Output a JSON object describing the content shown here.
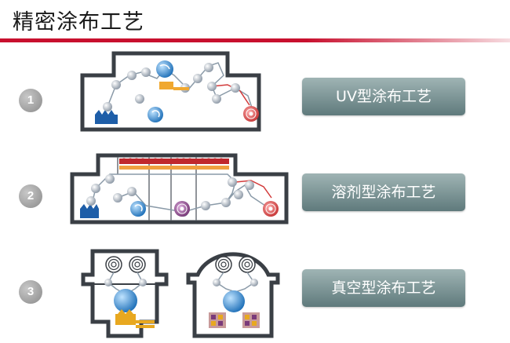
{
  "title": "精密涂布工艺",
  "colors": {
    "accent_red": "#c8102e",
    "wall": "#3a3f45",
    "button_top": "#9fb4b4",
    "button_bottom": "#5f7a7c",
    "number_badge": "#8a8a8a",
    "roller_blue": "#2a7fc4",
    "roller_red": "#d23a3a",
    "roller_purple": "#7a3a7a",
    "tray_blue": "#1e5ea8",
    "heater_red": "#c0282d",
    "heater_orange": "#f0a040",
    "nozzle_yellow": "#e8a820"
  },
  "processes": [
    {
      "number": "1",
      "label": "UV型涂布工艺"
    },
    {
      "number": "2",
      "label": "溶剂型涂布工艺"
    },
    {
      "number": "3",
      "label": "真空型涂布工艺"
    }
  ]
}
